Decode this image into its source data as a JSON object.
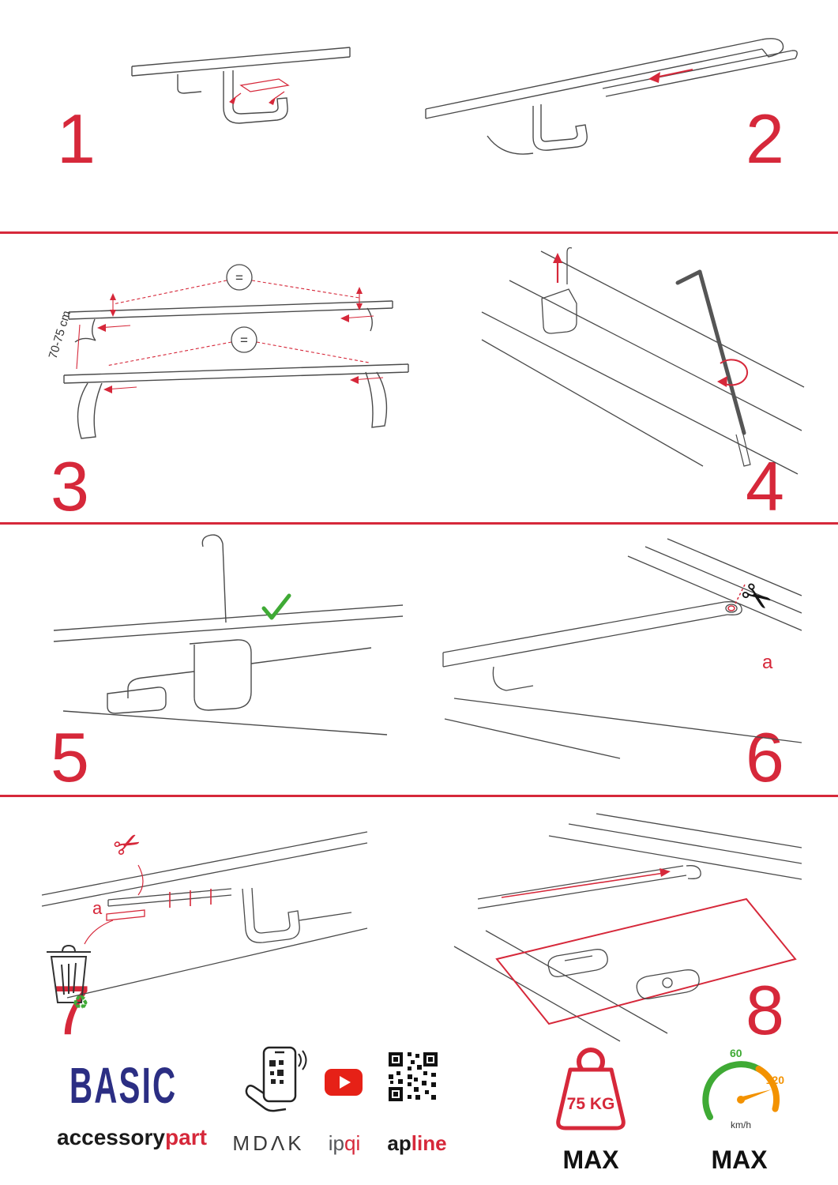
{
  "page": {
    "accent": "#d6283a",
    "navy": "#2b2e83",
    "green": "#3faa35",
    "orange": "#f39200"
  },
  "steps": [
    {
      "number": "1"
    },
    {
      "number": "2"
    },
    {
      "number": "3"
    },
    {
      "number": "4"
    },
    {
      "number": "5"
    },
    {
      "number": "6"
    },
    {
      "number": "7"
    },
    {
      "number": "8"
    }
  ],
  "annotations": {
    "equal_sign": "=",
    "bar_distance": "70-75 cm",
    "cut_label_step6": "a",
    "cut_label_step7": "a",
    "scissors": "✂",
    "recycle": "♻"
  },
  "footer": {
    "brand": "BASIC",
    "brand_sub_black": "accessory",
    "brand_sub_red": "part",
    "partner1": "MDΛK",
    "partner2_black": "ip",
    "partner2_red": "qi",
    "partner3_black": "ap",
    "partner3_red": "line",
    "weight_value": "75 KG",
    "weight_max": "MAX",
    "speed_low": "60",
    "speed_high": "120",
    "speed_unit": "km/h",
    "speed_max": "MAX"
  }
}
